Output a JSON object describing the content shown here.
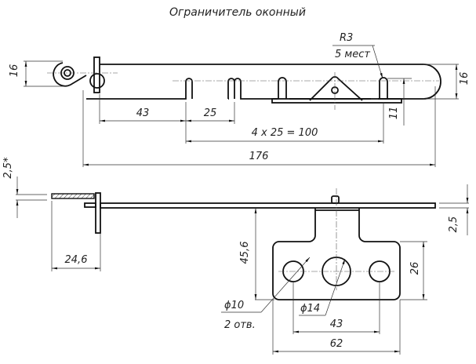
{
  "title": "Ограничитель оконный",
  "top_view": {
    "radius_label": "R3",
    "radius_count": "5 мест",
    "dims": {
      "eye_height": "16",
      "end_height": "16",
      "first_slot": "43",
      "slot_pitch": "25",
      "slots_total": "4 x 25 = 100",
      "overall_length": "176",
      "slot_depth": "11"
    }
  },
  "side_view": {
    "dims": {
      "offset_star": "2,5*",
      "thickness": "2,5",
      "bracket_width": "24,6",
      "plate_drop": "45,6",
      "plate_height": "26",
      "hole_spacing": "43",
      "plate_width": "62"
    },
    "small_hole_label": "ϕ10",
    "small_hole_count": "2 отв.",
    "large_hole_label": "ϕ14"
  }
}
